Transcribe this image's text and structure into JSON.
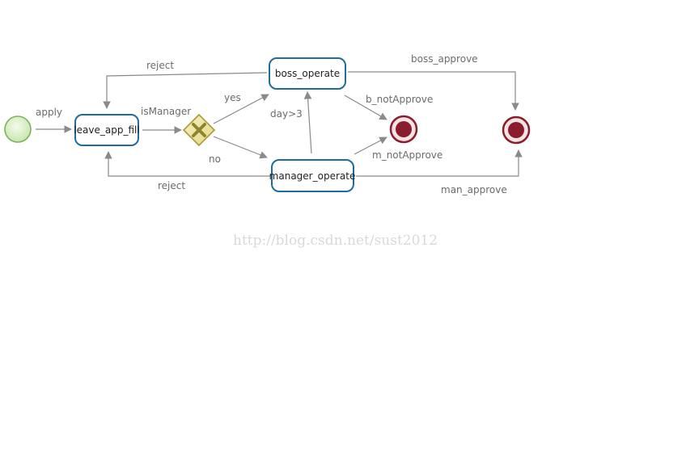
{
  "diagram": {
    "tasks": {
      "leave_app_fill": "leave_app_fill",
      "boss_operate": "boss_operate",
      "manager_operate": "manager_operate"
    },
    "flows": {
      "apply": "apply",
      "is_manager": "isManager",
      "yes": "yes",
      "no": "no",
      "reject_boss": "reject",
      "reject_manager": "reject",
      "day_gt_3": "day>3",
      "boss_approve": "boss_approve",
      "b_not_approve": "b_notApprove",
      "m_not_approve": "m_notApprove",
      "man_approve": "man_approve"
    },
    "colors": {
      "task_border": "#1f6c9e",
      "flow_line": "#8a8a8a",
      "start_fill": "#d7efc2",
      "start_stroke": "#7bb35d",
      "gateway_fill": "#efe59d",
      "gateway_stroke": "#a69b3a",
      "end_fill": "#8b1c2c",
      "end_ring": "#f6e3e6"
    }
  },
  "watermark": "http://blog.csdn.net/sust2012"
}
